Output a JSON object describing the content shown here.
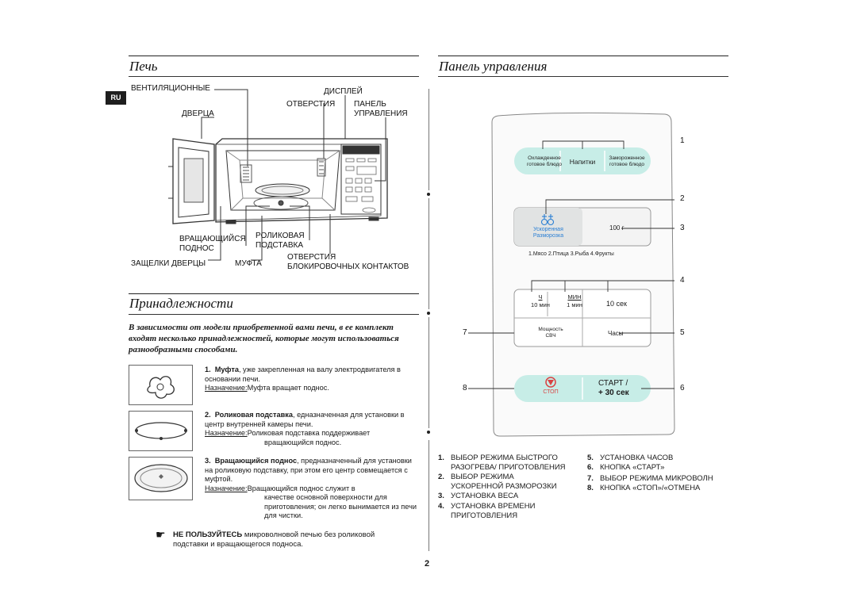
{
  "lang_badge": "RU",
  "oven": {
    "title": "Печь",
    "labels": {
      "vents": "ВЕНТИЛЯЦИОННЫЕ",
      "vents2": "ОТВЕРСТИЯ",
      "display": "ДИСПЛЕЙ",
      "door": "ДВЕРЦА",
      "panel1": "ПАНЕЛЬ",
      "panel2": "УПРАВЛЕНИЯ",
      "turntable1": "ВРАЩАЮЩИЙСЯ",
      "turntable2": "ПОДНОС",
      "roller1": "РОЛИКОВАЯ",
      "roller2": "ПОДСТАВКА",
      "latches": "ЗАЩЕЛКИ ДВЕРЦЫ",
      "coupler": "МУФТА",
      "interlock1": "ОТВЕРСТИЯ",
      "interlock2": "БЛОКИРОВОЧНЫХ КОНТАКТОВ"
    }
  },
  "accessories": {
    "title": "Принадлежности",
    "intro": "В зависимости от модели приобретенной вами печи, в ее комплект входят несколько принадлежностей, которые могут использоваться разнообразными способами.",
    "items": [
      {
        "num": "1.",
        "name": "Муфта",
        "desc": ", уже закрепленная на валу электродвигателя в основании печи.",
        "purpose_label": "Назначение:",
        "purpose": "Муфта вращает поднос."
      },
      {
        "num": "2.",
        "name": "Роликовая подставка",
        "desc": ", едназначенная для установки в центр внутренней камеры печи.",
        "purpose_label": "Назначение:",
        "purpose": "Роликовая подставка поддерживает",
        "purpose2": "вращающийся поднос."
      },
      {
        "num": "3.",
        "name": "Вращающийся поднос",
        "desc": ", предназначенный для установки на роликовую подставку, при этом его центр совмещается с муфтой.",
        "purpose_label": "Назначение:",
        "purpose": "Вращающийся поднос служит в",
        "purpose2": "качестве основной поверхности для приготовления; он легко вынимается из печи для чистки."
      }
    ],
    "warning_bold": "НЕ ПОЛЬЗУЙТЕСЬ",
    "warning_rest": " микроволновой печью без роликовой",
    "warning_line2": "подставки и вращающегося подноса."
  },
  "control_panel": {
    "title": "Панель управления",
    "buttons": {
      "chilled1": "Охлажденное",
      "chilled2": "готовое блюдо",
      "drinks": "Напитки",
      "frozen1": "Замороженное",
      "frozen2": "готовое блюдо",
      "defrost1": "Ускоренная",
      "defrost2": "Разморозка",
      "weight": "100 г",
      "categories": "1.Мясо  2.Птица  3.Рыба  4.Фрукты",
      "hour_top": "Ч",
      "hour_bottom": "10 мин",
      "min_top": "МИН",
      "min_bottom": "1 мин",
      "sec": "10 сек",
      "power1": "Мощность",
      "power2": "СВЧ",
      "clock": "Часы",
      "stop": "СТОП",
      "start1": "СТАРТ /",
      "start2": "+ 30 сек"
    },
    "callouts": [
      "1",
      "2",
      "3",
      "4",
      "5",
      "6",
      "7",
      "8"
    ],
    "legend_left": [
      {
        "num": "1.",
        "l1": "ВЫБОР РЕЖИМА БЫСТРОГО",
        "l2": "РАЗОГРЕВА/ ПРИГОТОВЛЕНИЯ"
      },
      {
        "num": "2.",
        "l1": "ВЫБОР РЕЖИМА",
        "l2": "УСКОРЕННОЙ РАЗМОРОЗКИ"
      },
      {
        "num": "3.",
        "l1": "УСТАНОВКА ВЕСА",
        "l2": ""
      },
      {
        "num": "4.",
        "l1": "УСТАНОВКА ВРЕМЕНИ",
        "l2": "ПРИГОТОВЛЕНИЯ"
      }
    ],
    "legend_right": [
      {
        "num": "5.",
        "l1": "УСТАНОВКА  ЧАСОВ"
      },
      {
        "num": "6.",
        "l1": "КНОПКА «СТАРТ»"
      },
      {
        "num": "7.",
        "l1": "ВЫБОР РЕЖИМА МИКРОВОЛН"
      },
      {
        "num": "8.",
        "l1": "КНОПКА «СТОП»/«ОТМЕНА"
      }
    ]
  },
  "page_number": "2",
  "colors": {
    "panel_button": "#c7ede7",
    "defrost_blue": "#2a7fd4",
    "stop_red": "#d94343",
    "panel_bg": "#fafafa"
  }
}
